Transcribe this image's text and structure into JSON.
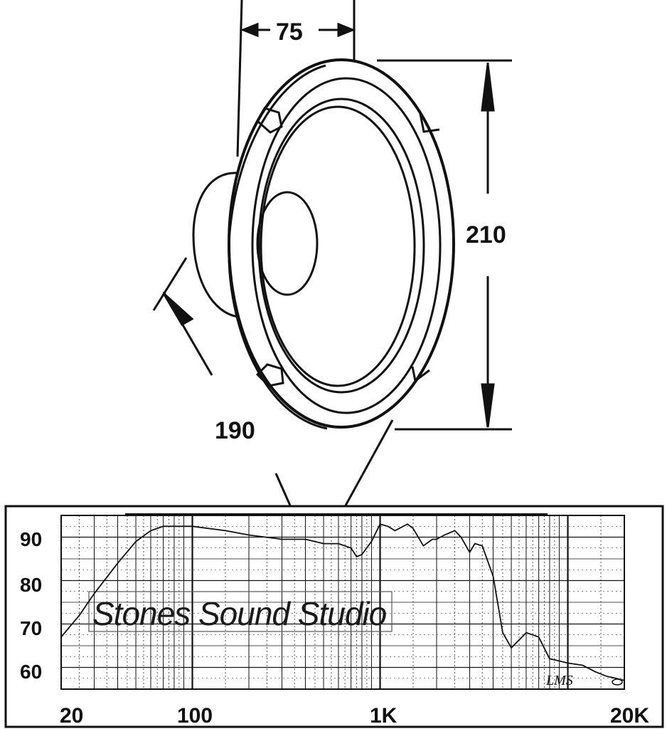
{
  "drawing": {
    "dim_depth": "75",
    "dim_height": "210",
    "dim_diameter": "190"
  },
  "response": {
    "watermark": "Stones Sound Studio",
    "lms_mark": "LMS",
    "y_ticks": [
      "90",
      "80",
      "70",
      "60"
    ],
    "x_ticks": [
      "20",
      "100",
      "1K",
      "20K"
    ]
  },
  "chart_data": {
    "type": "line",
    "x_scale": "log",
    "xlim": [
      20,
      20000
    ],
    "ylim": [
      55,
      95
    ],
    "grid": true,
    "x_tick_labels": [
      "20",
      "100",
      "1K",
      "20K"
    ],
    "y_tick_labels": [
      "90",
      "80",
      "70",
      "60"
    ],
    "series": [
      {
        "x": [
          20,
          25,
          30,
          40,
          50,
          60,
          70,
          80,
          100,
          150,
          200,
          300,
          400,
          500,
          600,
          700,
          750,
          800,
          900,
          1000,
          1100,
          1200,
          1400,
          1500,
          1700,
          1900,
          2000,
          2200,
          2500,
          2700,
          3000,
          3200,
          3500,
          4000,
          4500,
          5000,
          6000,
          7000,
          8000,
          9000,
          10000,
          12000,
          14000,
          16000,
          18000,
          20000
        ],
        "y": [
          67,
          72,
          77,
          84,
          89,
          91.5,
          92.5,
          92.5,
          92.5,
          91.5,
          90.5,
          89.5,
          89.5,
          88.5,
          88.5,
          87.5,
          85.5,
          86,
          89,
          93,
          92.5,
          91.5,
          93,
          92,
          88,
          89.5,
          89.5,
          90.5,
          91.5,
          90,
          86.5,
          88.5,
          88,
          81,
          68,
          64.5,
          68,
          67,
          62,
          61.5,
          61,
          60.5,
          59,
          58,
          57.5,
          57
        ]
      }
    ]
  }
}
